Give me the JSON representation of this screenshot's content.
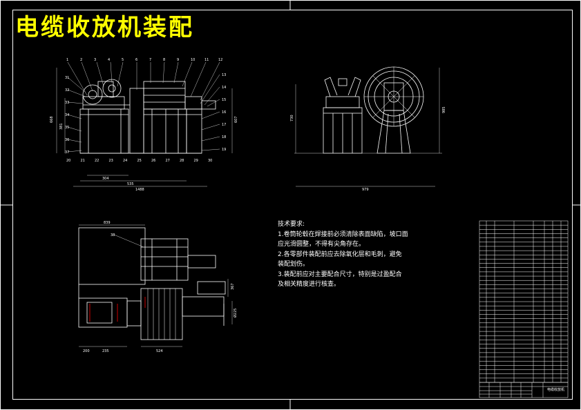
{
  "drawing": {
    "title": "电缆收放机装配",
    "colors": {
      "background": "#000000",
      "line": "#ffffff",
      "title": "#ffff00",
      "accent": "#ff0000",
      "dim": "#cccccc"
    },
    "tech_requirements": {
      "heading": "技术要求:",
      "lines": [
        "1.卷筒轮毂在焊接前必须清除表面缺陷，坡口面",
        "应光滑圆整，不得有尖角存在。",
        "2.各零部件装配前应去除氧化层和毛刺，避免",
        "装配划伤。",
        "3.装配前应对主要配合尺寸，特别是过盈配合",
        "及相关精度进行核查。"
      ]
    },
    "front_view": {
      "dims": {
        "overall_width": "1488",
        "width_2": "535",
        "width_3": "304",
        "height_left": "668",
        "height_left_2": "381",
        "height_right": "607"
      },
      "balloons_top": [
        "1",
        "2",
        "3",
        "4",
        "5",
        "6",
        "7",
        "8",
        "9",
        "10",
        "11",
        "12"
      ],
      "balloons_right": [
        "13",
        "14",
        "15",
        "16",
        "17",
        "18",
        "19"
      ],
      "balloons_bottom": [
        "20",
        "21",
        "22",
        "23",
        "24",
        "25",
        "26",
        "27",
        "28",
        "29",
        "30"
      ],
      "balloons_left": [
        "31",
        "32",
        "33",
        "34",
        "35",
        "36",
        "37"
      ]
    },
    "side_view": {
      "dims": {
        "width": "979",
        "height_left": "730",
        "height_right": "985"
      }
    },
    "top_view": {
      "balloon": "38",
      "dims": {
        "top_width": "839",
        "bottom_1": "200",
        "bottom_2": "235",
        "bottom_3": "524",
        "right_1": "367",
        "right_2": "Ø225"
      }
    },
    "title_block": {
      "drawing_name": "电缆收放机"
    }
  }
}
